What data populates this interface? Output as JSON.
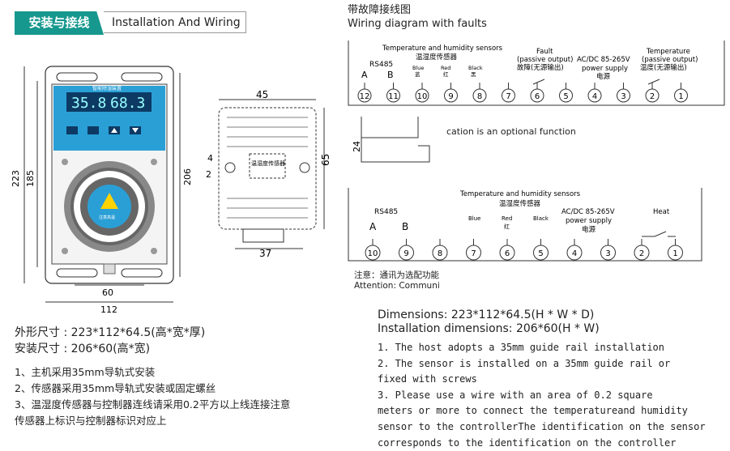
{
  "header": {
    "badge": "安装与接线",
    "title": "Installation And Wiring"
  },
  "device": {
    "panel_title": "智能除湿装置",
    "display1": "35.8",
    "display2": "68.3",
    "warning_text": "注意高温",
    "dims": {
      "height_outer": "223",
      "height_inner": "185",
      "mount": "60",
      "width": "112",
      "side_height": "206"
    }
  },
  "side_view": {
    "top": "45",
    "bottom": "37",
    "height": "65",
    "left1": "4",
    "left2": "2",
    "sensor_label": "温湿度传感器"
  },
  "left_text": {
    "dim_line1": "外形尺寸 : 223*112*64.5(高*宽*厚)",
    "dim_line2": "安装尺寸 : 206*60(高*宽)",
    "items": [
      "1、主机采用35mm导轨式安装",
      "2、传感器采用35mm导轨式安装或固定螺丝",
      "3、温湿度传感器与控制器连线请采用0.2平方以上线连接注意",
      "传感器上标识与控制器标识对应上"
    ]
  },
  "fault_diagram": {
    "title_cn": "带故障接线图",
    "title_en": "Wiring diagram with faults",
    "sensor_label": "Temperature and humidity sensors",
    "sensor_label_cn": "温湿度传感器",
    "rs485": "RS485",
    "a": "A",
    "b": "B",
    "blue": "Blue",
    "blue_cn": "蓝",
    "red": "Red",
    "red_cn": "红",
    "black": "Black",
    "black_cn": "黑",
    "fault1": "Fault",
    "fault2": "(passive output)",
    "fault3": "故障(无源输出)",
    "power1": "AC/DC 85-265V",
    "power2": "power supply",
    "power3": "电源",
    "temp1": "Temperature",
    "temp2": "(passive output)",
    "temp3": "温度(无源输出)",
    "terminals": [
      "12",
      "11",
      "10",
      "9",
      "8",
      "7",
      "6",
      "5",
      "4",
      "3",
      "2",
      "1"
    ]
  },
  "middle": {
    "option_text": "cation is an optional function",
    "dim": "24"
  },
  "heat_diagram": {
    "sensor_label": "Temperature and humidity sensors",
    "sensor_label_cn": "温湿度传感器",
    "rs485": "RS485",
    "a": "A",
    "b": "B",
    "blue": "Blue",
    "red": "Red",
    "red_cn": "红",
    "black": "Black",
    "power1": "AC/DC 85-265V",
    "power2": "power supply",
    "power3": "电源",
    "heat": "Heat",
    "terminals": [
      "10",
      "9",
      "8",
      "7",
      "6",
      "5",
      "4",
      "3",
      "2",
      "1"
    ]
  },
  "attention": {
    "cn": "注意：通讯为选配功能",
    "en": "Attention: Communi"
  },
  "right_text": {
    "dim1": "Dimensions: 223*112*64.5(H * W * D)",
    "dim2": "Installation dimensions: 206*60(H * W)",
    "lines": [
      "1. The host adopts a 35mm guide rail installation",
      "2. The sensor is installed on a 35mm guide rail or",
      "fixed with screws",
      "3. Please use a wire with an area of 0.2 square",
      "meters or more to connect the temperatureand humidity",
      "sensor to the controllerThe identification on the sensor",
      "corresponds to the identification on the controller"
    ]
  }
}
